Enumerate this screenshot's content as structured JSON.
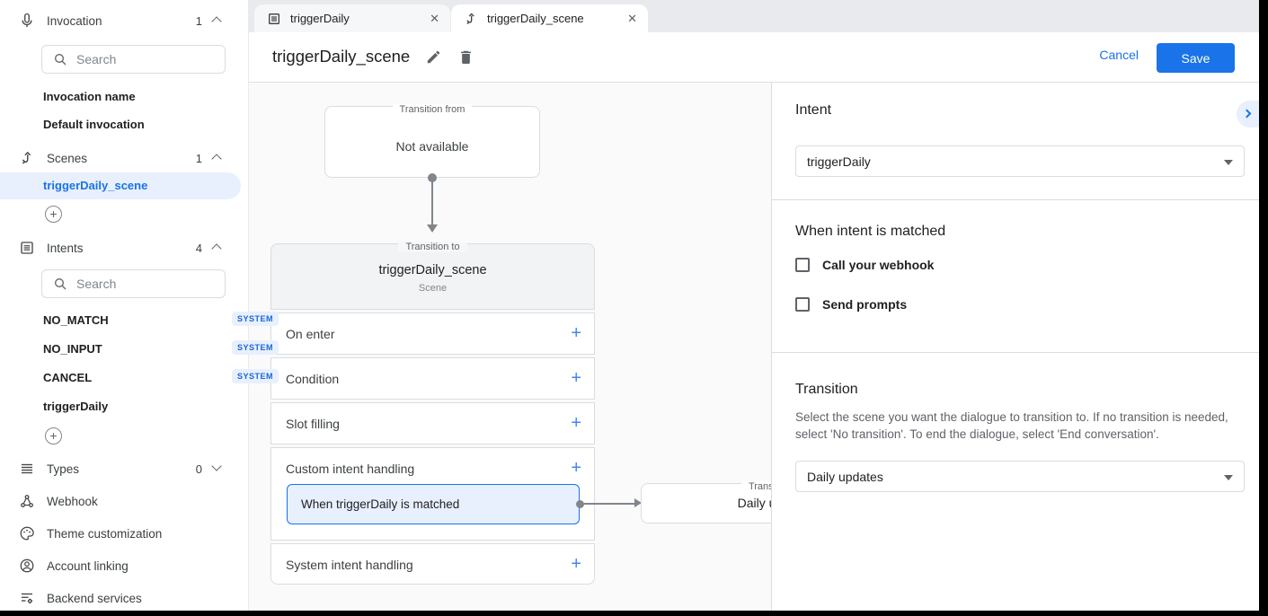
{
  "icons": {
    "plus": "+",
    "close": "✕"
  },
  "sidebar": {
    "invocation": {
      "label": "Invocation",
      "count": "1"
    },
    "search_placeholder": "Search",
    "invocation_items": [
      {
        "label": "Invocation name"
      },
      {
        "label": "Default invocation"
      }
    ],
    "scenes": {
      "label": "Scenes",
      "count": "1"
    },
    "scene_items": [
      {
        "label": "triggerDaily_scene"
      }
    ],
    "intents": {
      "label": "Intents",
      "count": "4"
    },
    "intent_items": [
      {
        "label": "NO_MATCH",
        "badge": "SYSTEM"
      },
      {
        "label": "NO_INPUT",
        "badge": "SYSTEM"
      },
      {
        "label": "CANCEL",
        "badge": "SYSTEM"
      },
      {
        "label": "triggerDaily"
      }
    ],
    "types": {
      "label": "Types",
      "count": "0"
    },
    "links": [
      {
        "label": "Webhook"
      },
      {
        "label": "Theme customization"
      },
      {
        "label": "Account linking"
      },
      {
        "label": "Backend services"
      }
    ]
  },
  "tabs": [
    {
      "label": "triggerDaily"
    },
    {
      "label": "triggerDaily_scene"
    }
  ],
  "header": {
    "title": "triggerDaily_scene",
    "cancel_label": "Cancel",
    "save_label": "Save"
  },
  "canvas": {
    "from_box": {
      "legend": "Transition from",
      "text": "Not available"
    },
    "to_box": {
      "legend": "Transition to",
      "title": "triggerDaily_scene",
      "subtitle": "Scene",
      "rows": [
        {
          "label": "On enter"
        },
        {
          "label": "Condition"
        },
        {
          "label": "Slot filling"
        },
        {
          "label": "Custom intent handling"
        },
        {
          "label": "System intent handling"
        }
      ],
      "matched_label": "When triggerDaily is matched"
    },
    "target_box": {
      "legend": "Transition to",
      "text": "Daily updates"
    }
  },
  "panel": {
    "intent": {
      "heading": "Intent",
      "value": "triggerDaily"
    },
    "matched": {
      "heading": "When intent is matched",
      "checkboxes": [
        {
          "label": "Call your webhook"
        },
        {
          "label": "Send prompts"
        }
      ]
    },
    "transition": {
      "heading": "Transition",
      "description": "Select the scene you want the dialogue to transition to. If no transition is needed, select 'No transition'. To end the dialogue, select 'End conversation'.",
      "value": "Daily updates"
    }
  },
  "colors": {
    "accent": "#1a73e8",
    "selected_bg": "#e8f0fe",
    "badge_text": "#1967d2",
    "canvas_bg": "#fafafa"
  }
}
